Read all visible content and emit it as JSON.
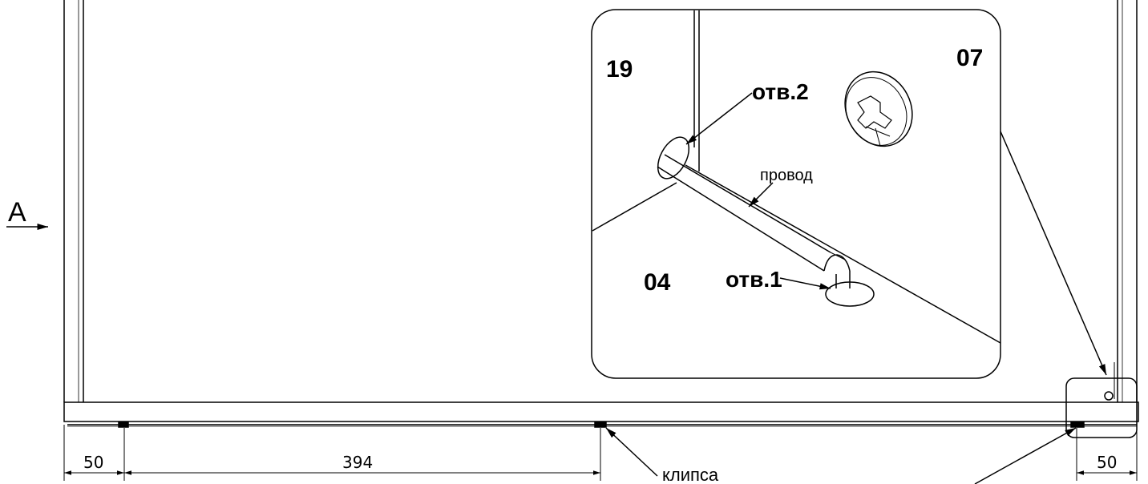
{
  "view_marker": {
    "letter": "A"
  },
  "inset": {
    "panel_labels": {
      "left": "19",
      "right": "07",
      "bottom": "04"
    },
    "hole_labels": {
      "hole2": "отв.2",
      "hole1": "отв.1"
    },
    "wire_label": "провод"
  },
  "callouts": {
    "clip": "клипса"
  },
  "dimensions": {
    "left_offset": "50",
    "span": "394",
    "right_offset": "50"
  }
}
